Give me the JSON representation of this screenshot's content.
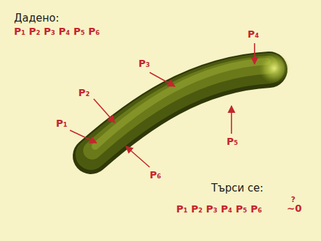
{
  "diagram": {
    "labels": [
      "Дадено:",
      "P₁ P₂ P₃ P₄ P₅ P₆",
      "P₁",
      "P₂",
      "P₃",
      "P₄",
      "P₅",
      "P₆",
      "Търси се:",
      "P₁ P₂ P₃ P₄ P₅ P₆",
      "?",
      "~0"
    ]
  }
}
